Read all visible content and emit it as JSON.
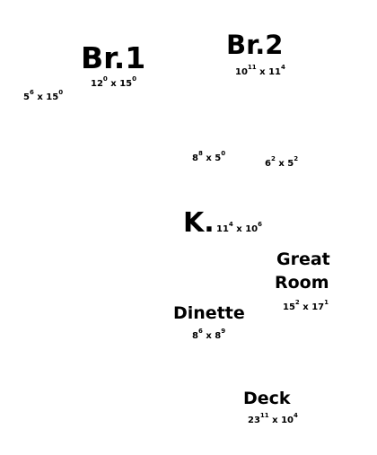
{
  "colors": {
    "text": "#000000",
    "background": "#ffffff"
  },
  "rooms": {
    "br1": {
      "name": "Br.1",
      "dim": {
        "a": "12",
        "a_in": "0",
        "sep": "x",
        "b": "15",
        "b_in": "0"
      }
    },
    "br2": {
      "name": "Br.2",
      "dim": {
        "a": "10",
        "a_in": "11",
        "sep": "x",
        "b": "11",
        "b_in": "4"
      }
    },
    "closet_left": {
      "dim": {
        "a": "5",
        "a_in": "6",
        "sep": "x",
        "b": "15",
        "b_in": "0"
      }
    },
    "bath": {
      "dim": {
        "a": "8",
        "a_in": "8",
        "sep": "x",
        "b": "5",
        "b_in": "0"
      }
    },
    "laundry": {
      "dim": {
        "a": "6",
        "a_in": "2",
        "sep": "x",
        "b": "5",
        "b_in": "2"
      }
    },
    "kitchen": {
      "name": "K.",
      "dim": {
        "a": "11",
        "a_in": "4",
        "sep": "x",
        "b": "10",
        "b_in": "6"
      }
    },
    "great_room": {
      "name_line1": "Great",
      "name_line2": "Room",
      "dim": {
        "a": "15",
        "a_in": "2",
        "sep": "x",
        "b": "17",
        "b_in": "1"
      }
    },
    "dinette": {
      "name": "Dinette",
      "dim": {
        "a": "8",
        "a_in": "6",
        "sep": "x",
        "b": "8",
        "b_in": "9"
      }
    },
    "deck": {
      "name": "Deck",
      "dim": {
        "a": "23",
        "a_in": "11",
        "sep": "x",
        "b": "10",
        "b_in": "4"
      }
    }
  }
}
